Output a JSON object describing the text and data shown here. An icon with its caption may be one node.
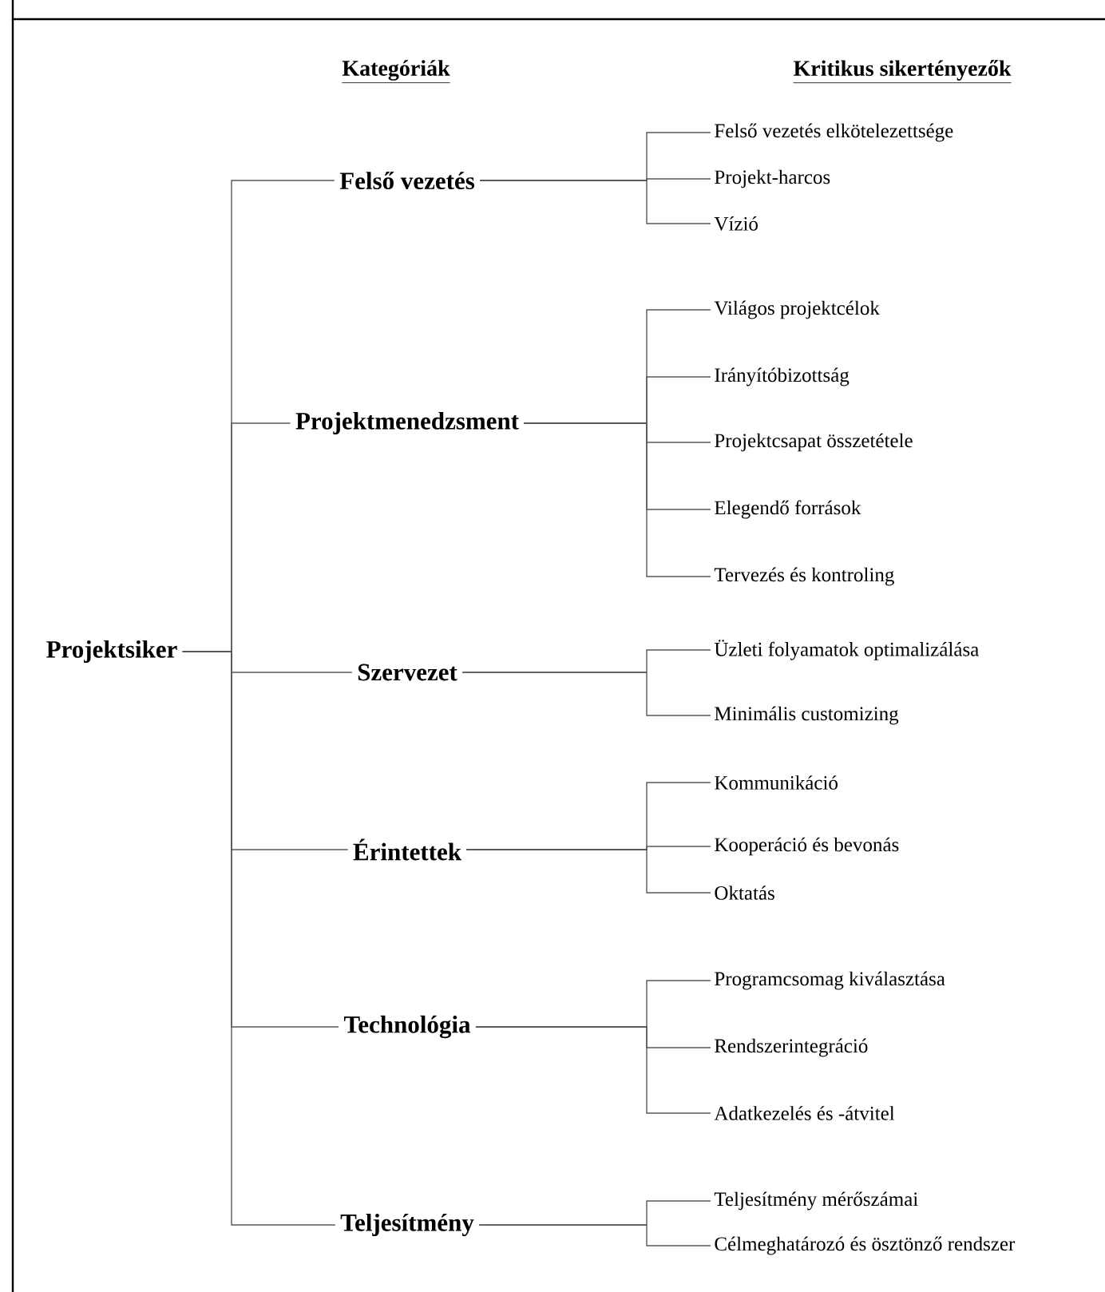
{
  "diagram": {
    "nodes": [
      {
        "text": [
          "Projektsiker"
        ]
      },
      {
        "text": [
          "Felső vezetés"
        ]
      },
      {
        "text": [
          "Projektmenedzsment"
        ]
      },
      {
        "text": [
          "Szervezet"
        ]
      },
      {
        "text": [
          "Érintettek"
        ]
      },
      {
        "text": [
          "Technológia"
        ]
      },
      {
        "text": [
          "Teljesítmény"
        ]
      },
      {
        "text": [
          "Felső vezetés elkötelezettsége"
        ]
      },
      {
        "text": [
          "Projekt-harcos"
        ]
      },
      {
        "text": [
          "Vízió"
        ]
      },
      {
        "text": [
          "Világos projektcélok"
        ]
      },
      {
        "text": [
          "Irányítóbizottság"
        ]
      },
      {
        "text": [
          "Projektcsapat összetétele"
        ]
      },
      {
        "text": [
          "Elegendő források"
        ]
      },
      {
        "text": [
          "Tervezés és kontroling"
        ]
      },
      {
        "text": [
          "Üzleti folyamatok optimalizálása"
        ]
      },
      {
        "text": [
          "Minimális customizing"
        ]
      },
      {
        "text": [
          "Kommunikáció"
        ]
      },
      {
        "text": [
          "Kooperáció és bevonás"
        ]
      },
      {
        "text": [
          "Oktatás"
        ]
      },
      {
        "text": [
          "Programcsomag kiválasztása"
        ]
      },
      {
        "text": [
          "Rendszerintegráció"
        ]
      },
      {
        "text": [
          "Adatkezelés és -átvitel"
        ]
      },
      {
        "text": [
          "Teljesítmény mérőszámai"
        ]
      },
      {
        "text": [
          "Célmeghatározó és ösztönző rendszer"
        ]
      }
    ],
    "edges": [
      {
        "from": 0,
        "to": 1,
        "arrow": "none"
      },
      {
        "from": 0,
        "to": 2,
        "arrow": "none"
      },
      {
        "from": 0,
        "to": 3,
        "arrow": "none"
      },
      {
        "from": 0,
        "to": 4,
        "arrow": "none"
      },
      {
        "from": 0,
        "to": 5,
        "arrow": "none"
      },
      {
        "from": 0,
        "to": 6,
        "arrow": "none"
      },
      {
        "from": 1,
        "to": 7,
        "arrow": "none"
      },
      {
        "from": 1,
        "to": 8,
        "arrow": "none"
      },
      {
        "from": 1,
        "to": 9,
        "arrow": "none"
      },
      {
        "from": 2,
        "to": 10,
        "arrow": "none"
      },
      {
        "from": 2,
        "to": 11,
        "arrow": "none"
      },
      {
        "from": 2,
        "to": 12,
        "arrow": "none"
      },
      {
        "from": 2,
        "to": 13,
        "arrow": "none"
      },
      {
        "from": 2,
        "to": 14,
        "arrow": "none"
      },
      {
        "from": 3,
        "to": 15,
        "arrow": "none"
      },
      {
        "from": 3,
        "to": 16,
        "arrow": "none"
      },
      {
        "from": 4,
        "to": 17,
        "arrow": "none"
      },
      {
        "from": 4,
        "to": 18,
        "arrow": "none"
      },
      {
        "from": 4,
        "to": 19,
        "arrow": "none"
      },
      {
        "from": 5,
        "to": 20,
        "arrow": "none"
      },
      {
        "from": 5,
        "to": 21,
        "arrow": "none"
      },
      {
        "from": 5,
        "to": 22,
        "arrow": "none"
      },
      {
        "from": 6,
        "to": 23,
        "arrow": "none"
      },
      {
        "from": 6,
        "to": 24,
        "arrow": "none"
      }
    ],
    "labels": [
      "Kategóriák",
      "Kritikus sikertényezők"
    ]
  }
}
